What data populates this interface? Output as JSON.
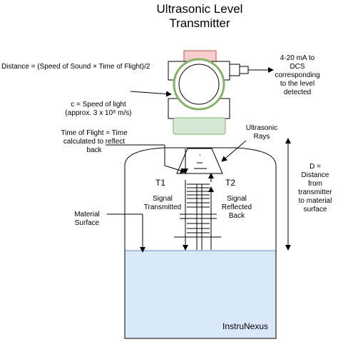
{
  "title": {
    "line1": "Ultrasonic Level",
    "line2": "Transmitter"
  },
  "labels": {
    "distance_formula": "Distance = (Speed of Sound × Time of Flight)/2",
    "output_signal": [
      "4-20 mA to",
      "DCS",
      "corresponding",
      "to the level",
      "detected"
    ],
    "speed_of_light": [
      "c = Speed of light",
      "(approx. 3 x 10⁸ m/s)"
    ],
    "time_of_flight": [
      "Time of Flight = Time",
      "calculated to reflect",
      "back"
    ],
    "ultrasonic_rays": [
      "Ultrasonic",
      "Rays"
    ],
    "t1": "T1",
    "t2": "T2",
    "signal_transmitted": [
      "Signal",
      "Transmitted"
    ],
    "signal_reflected": [
      "Signal",
      "Reflected",
      "Back"
    ],
    "material_surface": [
      "Material",
      "Surface"
    ],
    "d_distance": [
      "D =",
      "Distance",
      "from",
      "transmitter",
      "to material",
      "surface"
    ],
    "brand": "InstruNexus"
  },
  "colors": {
    "cap": "#f8cecc",
    "cap_stroke": "#b85450",
    "head_ring": "#82b366",
    "sensor_body": "#d5e8d4",
    "liquid": "#dae8fc",
    "liquid_stroke": "#6c8ebf",
    "line": "#000000"
  }
}
